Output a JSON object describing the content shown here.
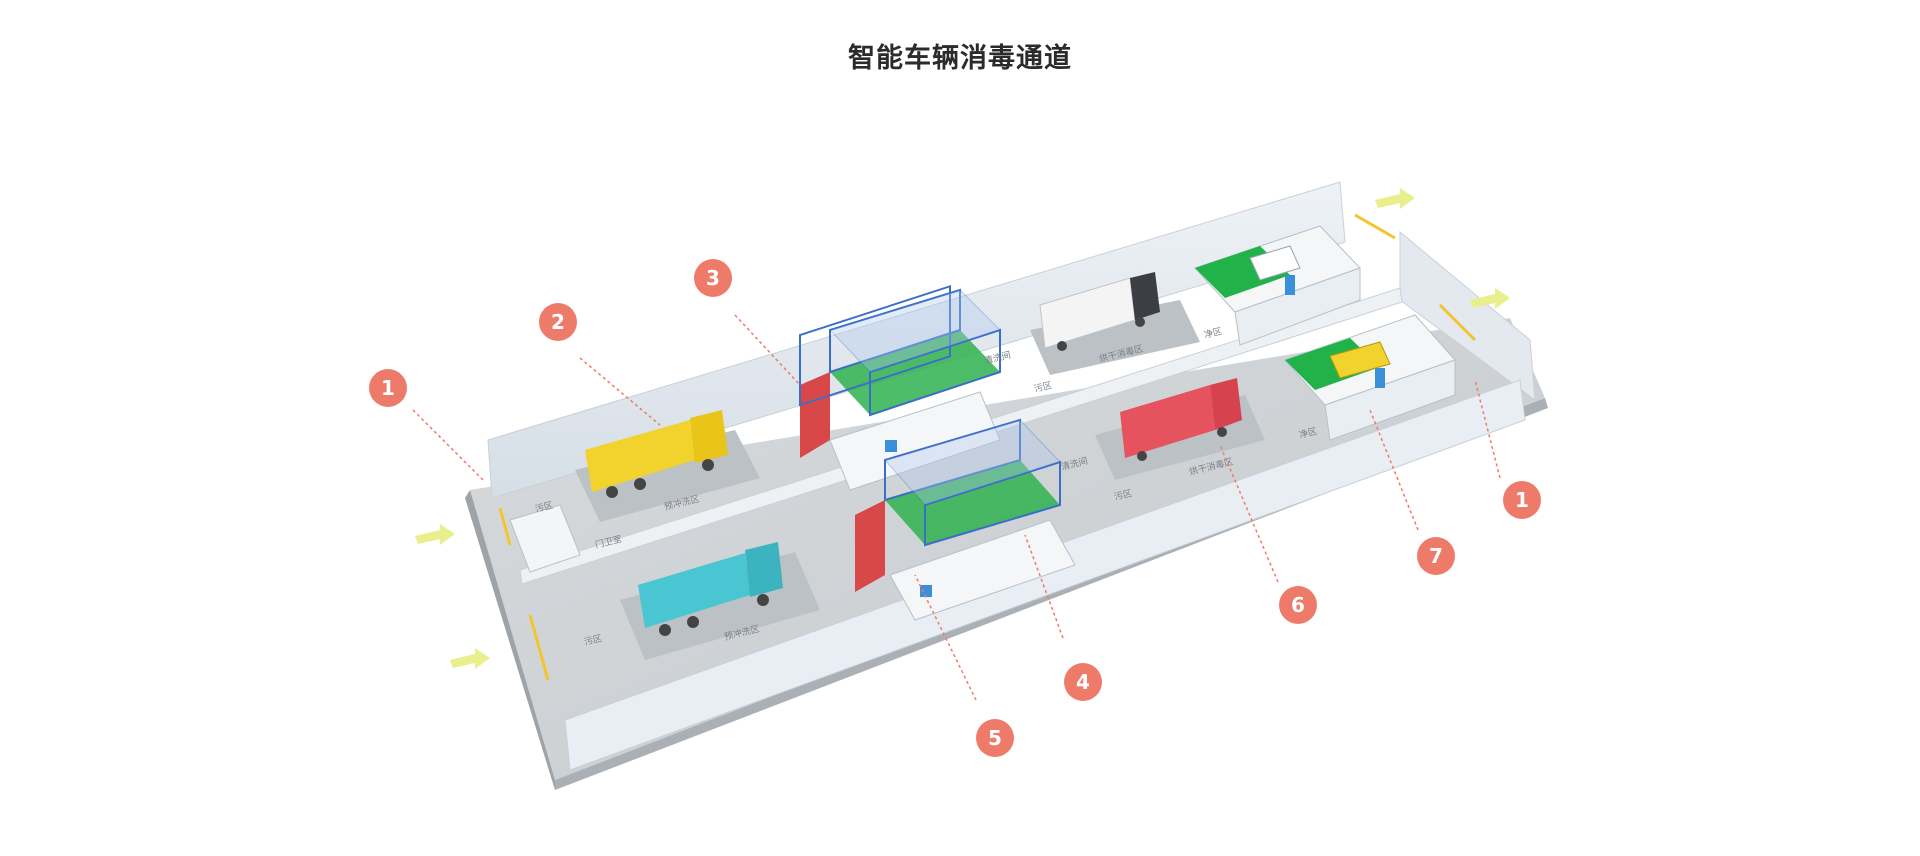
{
  "title": "智能车辆消毒通道",
  "colors": {
    "marker": "#ee7b6a",
    "arrow": "#e9ef8d",
    "floor": "#cfd3d6",
    "wall": "#dfe6ee",
    "green": "#22b24a",
    "frame": "#3b6ec7"
  },
  "zone_labels": {
    "top_dirty": "污区",
    "top_prewash": "预冲洗区",
    "top_gate": "门卫室",
    "top_wash": "清洗间",
    "top_dirty2": "污区",
    "top_dry": "烘干消毒区",
    "top_clean": "净区",
    "bot_dirty": "污区",
    "bot_prewash": "预冲洗区",
    "bot_wash": "清洗间",
    "bot_dirty2": "污区",
    "bot_dry": "烘干消毒区",
    "bot_clean": "净区"
  },
  "markers": [
    {
      "id": "m1-left",
      "label": "1"
    },
    {
      "id": "m2",
      "label": "2"
    },
    {
      "id": "m3",
      "label": "3"
    },
    {
      "id": "m5",
      "label": "5"
    },
    {
      "id": "m4",
      "label": "4"
    },
    {
      "id": "m6",
      "label": "6"
    },
    {
      "id": "m7",
      "label": "7"
    },
    {
      "id": "m1-right",
      "label": "1"
    }
  ],
  "icons": [
    "entry-arrow-icon",
    "exit-arrow-icon",
    "dump-truck-icon",
    "box-truck-icon",
    "van-icon",
    "pickup-icon",
    "barrier-gate-icon"
  ]
}
